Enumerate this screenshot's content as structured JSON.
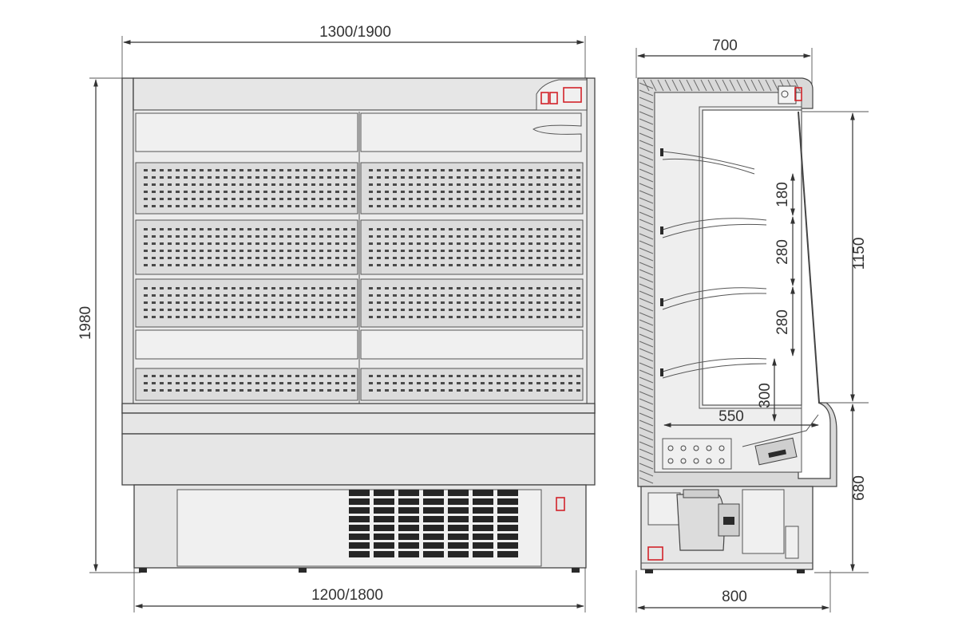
{
  "front_view": {
    "top_width": "1300/1900",
    "bottom_width": "1200/1800",
    "height": "1980"
  },
  "side_view": {
    "top_depth": "700",
    "bottom_depth": "800",
    "shelf_spacing_1": "180",
    "shelf_spacing_2": "280",
    "shelf_spacing_3": "280",
    "base_clearance": "300",
    "shelf_depth": "550",
    "display_height": "1150",
    "base_height": "680"
  },
  "colors": {
    "accent": "#d2232a",
    "line": "#444444",
    "fill": "#e6e6e6"
  }
}
